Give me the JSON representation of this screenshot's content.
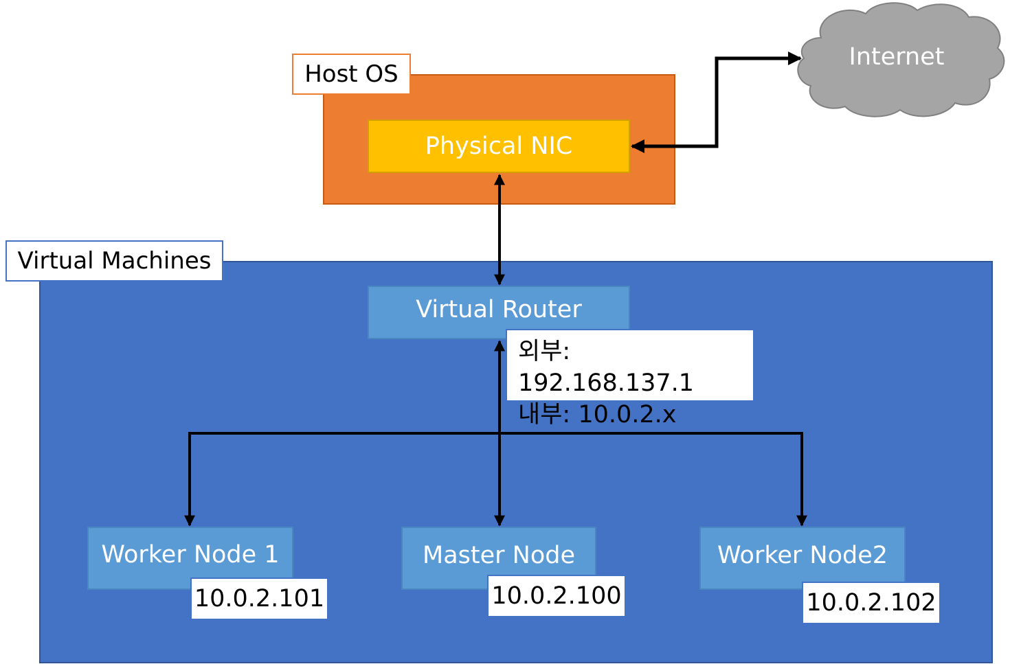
{
  "host_os": {
    "label": "Host OS",
    "physical_nic": "Physical NIC"
  },
  "internet": {
    "label": "Internet"
  },
  "virtual_machines": {
    "label": "Virtual Machines",
    "router": {
      "label": "Virtual Router",
      "external_ip": "외부: 192.168.137.1",
      "internal_ip": "내부: 10.0.2.x"
    },
    "nodes": [
      {
        "label": "Worker Node 1",
        "ip": "10.0.2.101"
      },
      {
        "label": "Master Node",
        "ip": "10.0.2.100"
      },
      {
        "label": "Worker Node2",
        "ip": "10.0.2.102"
      }
    ]
  },
  "colors": {
    "host_os_fill": "#ED7D31",
    "nic_fill": "#FFC000",
    "vm_fill": "#4472C4",
    "node_fill": "#5B9BD5",
    "cloud_fill": "#A5A5A5"
  }
}
